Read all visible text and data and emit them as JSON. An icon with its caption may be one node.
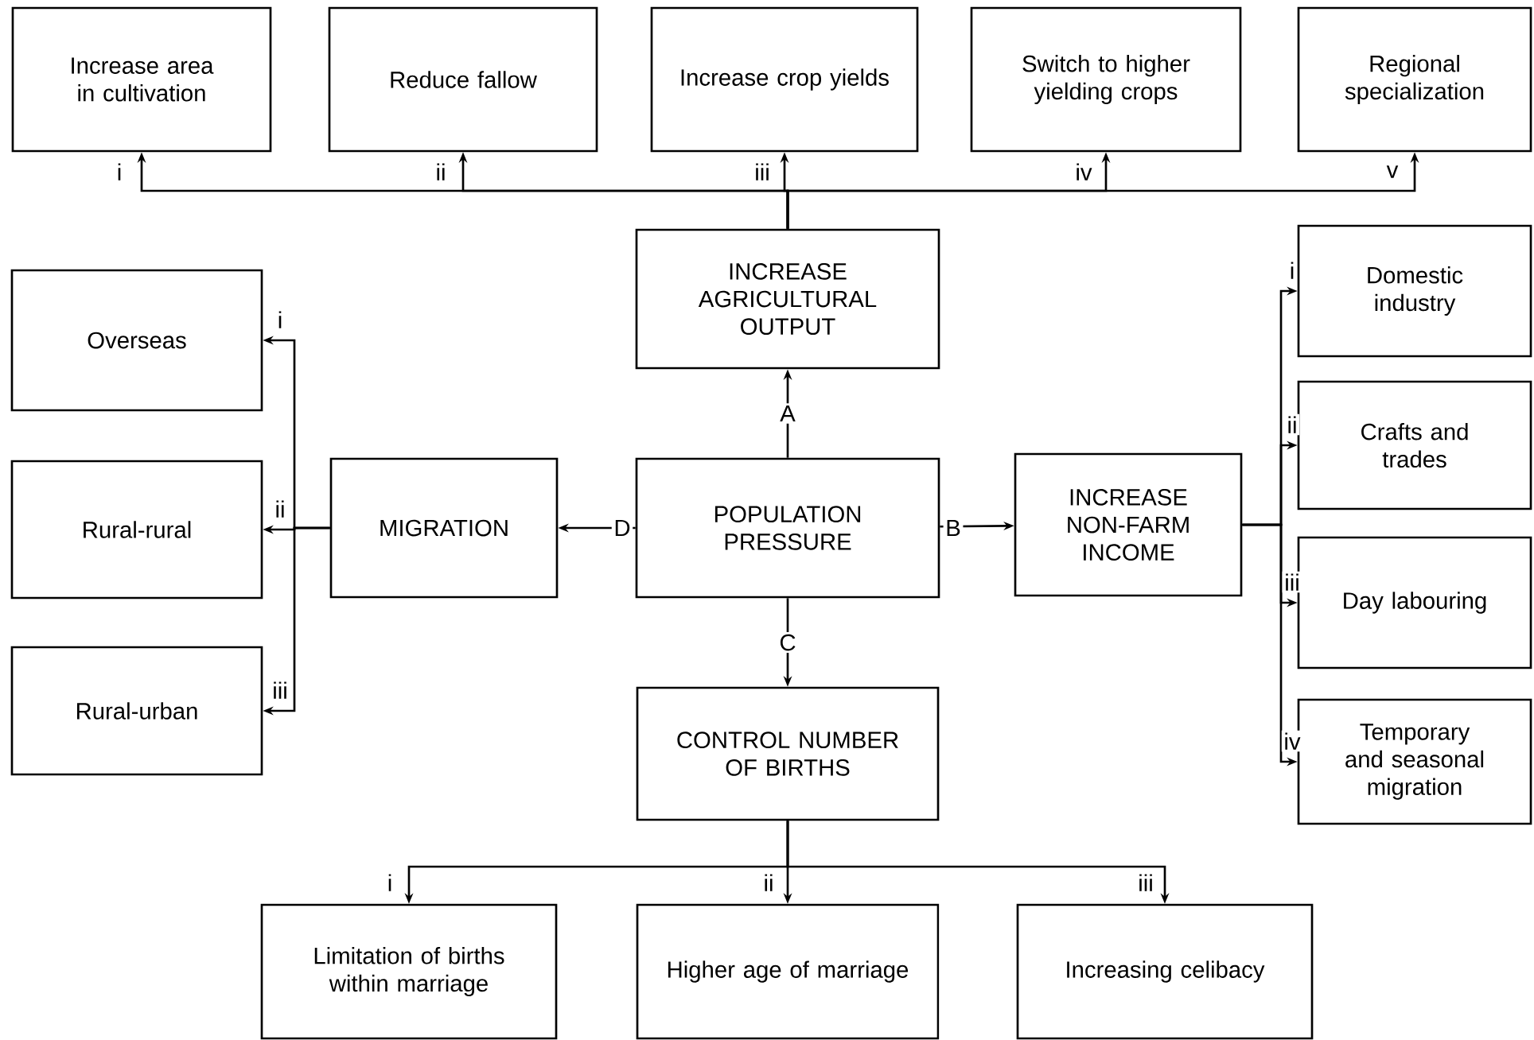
{
  "diagram": {
    "nodes": [
      {
        "text": [
          "POPULATION PRESSURE"
        ]
      },
      {
        "text": [
          "INCREASE AGRICULTURAL OUTPUT"
        ]
      },
      {
        "text": [
          "Increase area in cultivation"
        ]
      },
      {
        "text": [
          "Reduce fallow"
        ]
      },
      {
        "text": [
          "Increase crop yields"
        ]
      },
      {
        "text": [
          "Switch to higher yielding crops"
        ]
      },
      {
        "text": [
          "Regional specialization"
        ]
      },
      {
        "text": [
          "MIGRATION"
        ]
      },
      {
        "text": [
          "Overseas"
        ]
      },
      {
        "text": [
          "Rural-rural"
        ]
      },
      {
        "text": [
          "Rural-urban"
        ]
      },
      {
        "text": [
          "INCREASE NON-FARM INCOME"
        ]
      },
      {
        "text": [
          "Domestic industry"
        ]
      },
      {
        "text": [
          "Crafts and trades"
        ]
      },
      {
        "text": [
          "Day labouring"
        ]
      },
      {
        "text": [
          "Temporary and seasonal migration"
        ]
      },
      {
        "text": [
          "CONTROL NUMBER OF BIRTHS"
        ]
      },
      {
        "text": [
          "Limitation of births within marriage"
        ]
      },
      {
        "text": [
          "Higher age of marriage"
        ]
      },
      {
        "text": [
          "Increasing celibacy"
        ]
      }
    ],
    "edges": [
      {
        "from": 0,
        "to": 1,
        "arrow": "to",
        "label": "A"
      },
      {
        "from": 0,
        "to": 11,
        "arrow": "to",
        "label": "B"
      },
      {
        "from": 0,
        "to": 16,
        "arrow": "to",
        "label": "C"
      },
      {
        "from": 0,
        "to": 7,
        "arrow": "to",
        "label": "D"
      },
      {
        "from": 1,
        "to": 2,
        "arrow": "to",
        "label": "i"
      },
      {
        "from": 1,
        "to": 3,
        "arrow": "to",
        "label": "ii"
      },
      {
        "from": 1,
        "to": 4,
        "arrow": "to",
        "label": "iii"
      },
      {
        "from": 1,
        "to": 5,
        "arrow": "to",
        "label": "iv"
      },
      {
        "from": 1,
        "to": 6,
        "arrow": "to",
        "label": "v"
      },
      {
        "from": 7,
        "to": 8,
        "arrow": "to",
        "label": "i"
      },
      {
        "from": 7,
        "to": 9,
        "arrow": "to",
        "label": "ii"
      },
      {
        "from": 7,
        "to": 10,
        "arrow": "to",
        "label": "iii"
      },
      {
        "from": 11,
        "to": 12,
        "arrow": "to",
        "label": "i"
      },
      {
        "from": 11,
        "to": 13,
        "arrow": "to",
        "label": "ii"
      },
      {
        "from": 11,
        "to": 14,
        "arrow": "to",
        "label": "iii"
      },
      {
        "from": 11,
        "to": 15,
        "arrow": "to",
        "label": "iv"
      },
      {
        "from": 16,
        "to": 17,
        "arrow": "to",
        "label": "i"
      },
      {
        "from": 16,
        "to": 18,
        "arrow": "to",
        "label": "ii"
      },
      {
        "from": 16,
        "to": 19,
        "arrow": "to",
        "label": "iii"
      }
    ]
  }
}
